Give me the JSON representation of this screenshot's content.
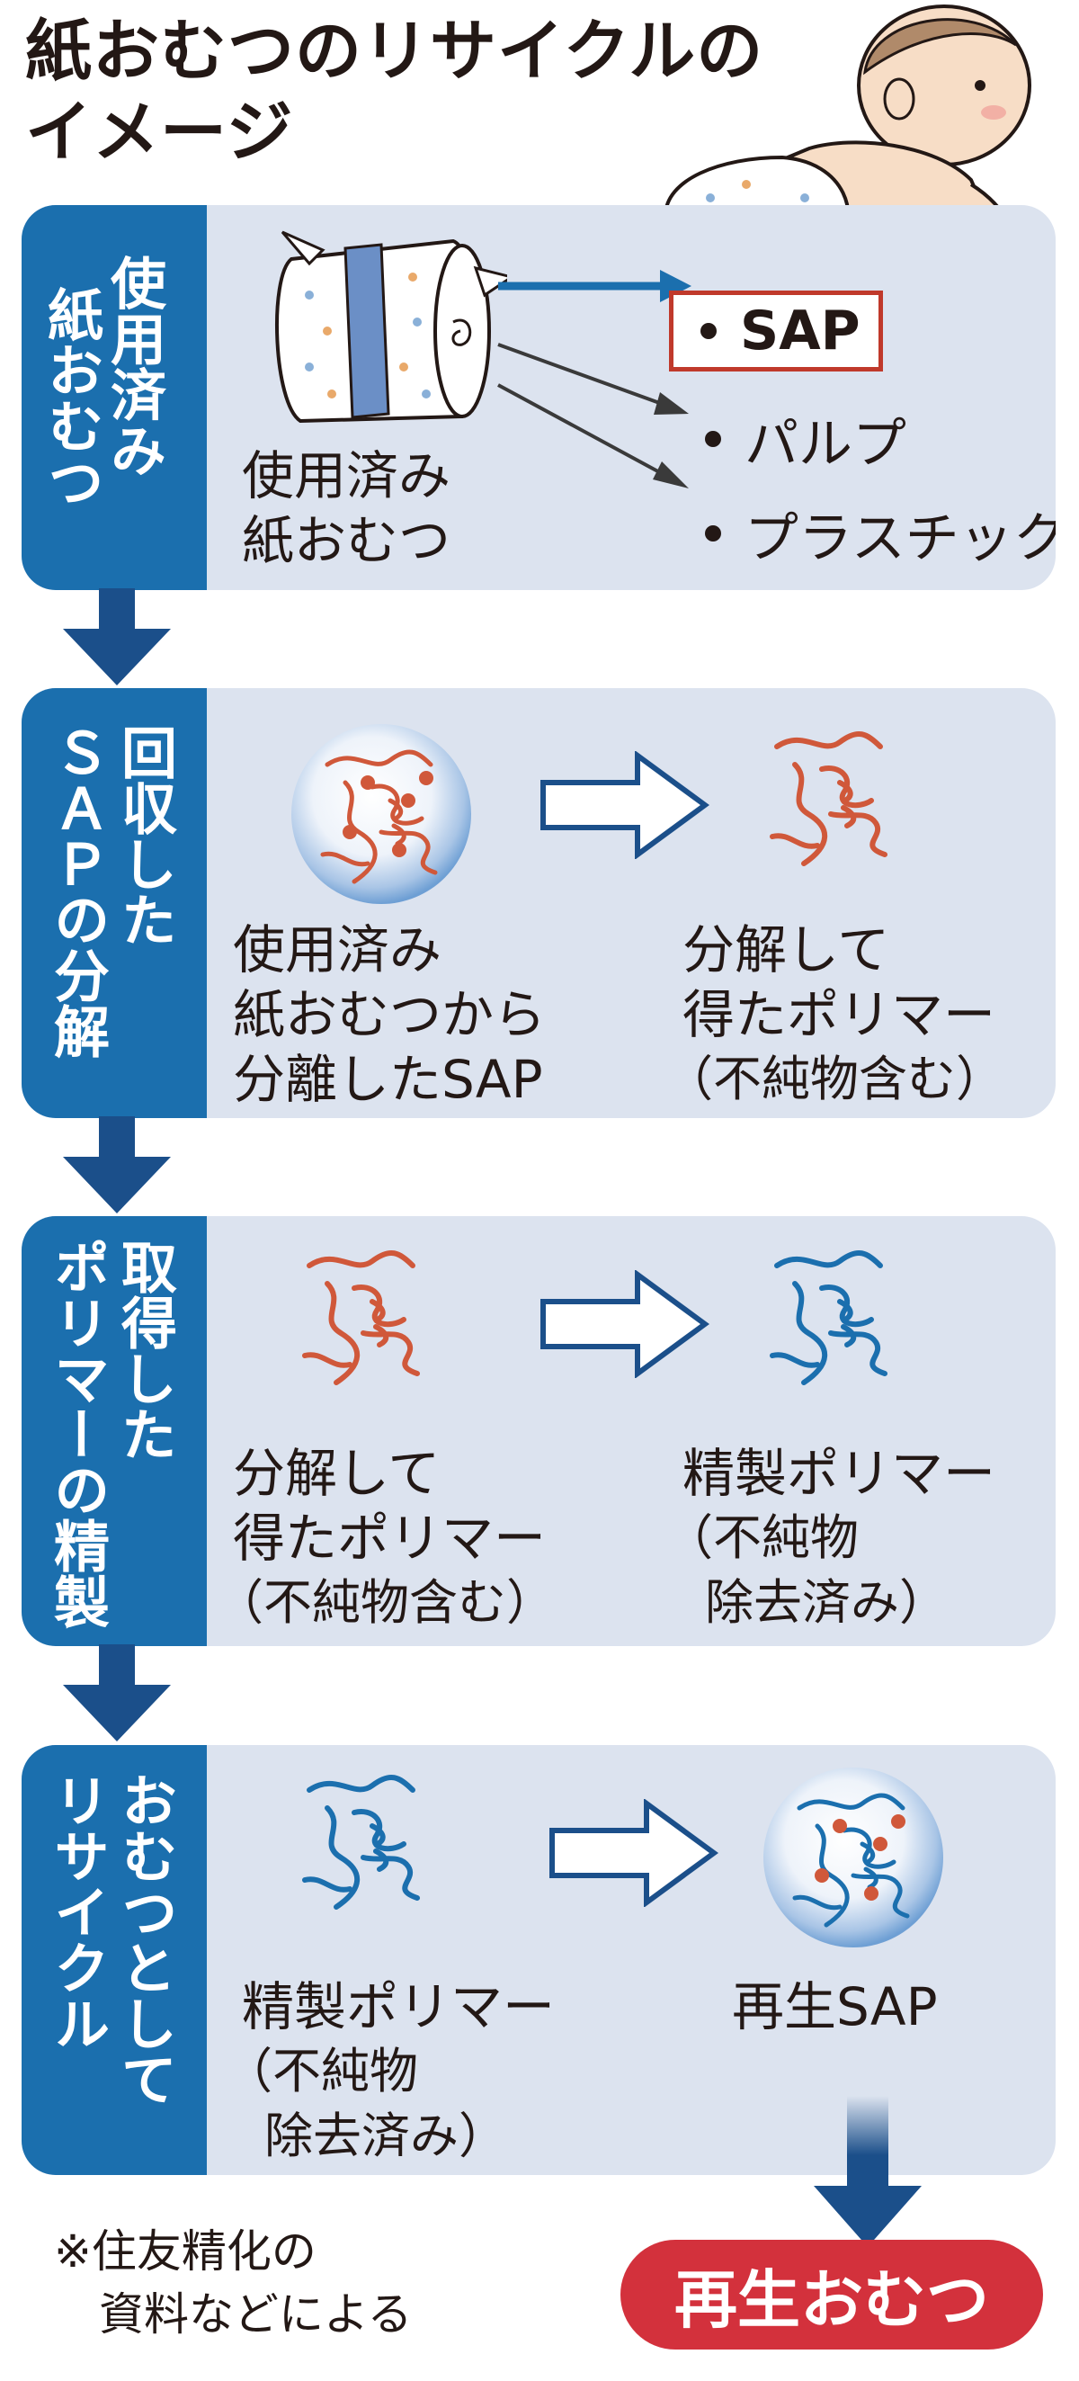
{
  "title": {
    "line1": "紙おむつのリサイクルの",
    "line2": "イメージ"
  },
  "steps": [
    {
      "label": "使用済み紙おむつ",
      "col1": "使用済み",
      "col2": "紙おむつ"
    },
    {
      "label": "回収したＳＡＰの分解",
      "col1": "回収した",
      "col2": "ＳＡＰの分解"
    },
    {
      "label": "取得したポリマーの精製",
      "col1": "取得した",
      "col2": "ポリマーの精製"
    },
    {
      "label": "おむつとしてリサイクル",
      "col1": "おむつとして",
      "col2": "リサイクル"
    }
  ],
  "step1": {
    "diaper_label": [
      "使用済み",
      "紙おむつ"
    ],
    "outputs": [
      "SAP",
      "パルプ",
      "プラスチック"
    ]
  },
  "step2": {
    "left_label": [
      "使用済み",
      "紙おむつから",
      "分離したSAP"
    ],
    "right_label": [
      "分解して",
      "得たポリマー",
      "（不純物含む）"
    ]
  },
  "step3": {
    "left_label": [
      "分解して",
      "得たポリマー",
      "（不純物含む）"
    ],
    "right_label": [
      "精製ポリマー",
      "（不純物",
      "除去済み）"
    ]
  },
  "step4": {
    "left_label": [
      "精製ポリマー",
      "（不純物",
      "除去済み）"
    ],
    "right_label": [
      "再生SAP"
    ]
  },
  "note": [
    "※住友精化の",
    "資料などによる"
  ],
  "final_label": "再生おむつ",
  "colors": {
    "step_bar": "#1b6fae",
    "panel_bg": "#dce3ef",
    "accent_red": "#d3313c",
    "polymer_red": "#d0583a",
    "polymer_blue": "#1b6fae"
  }
}
